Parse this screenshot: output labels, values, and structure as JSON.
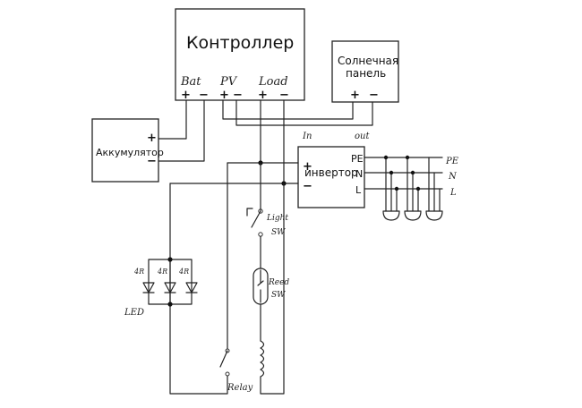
{
  "controller": {
    "title": "Контроллер",
    "bat": "Bat",
    "pv": "PV",
    "load": "Load"
  },
  "solar_panel": {
    "title_line1": "Солнечная",
    "title_line2": "панель"
  },
  "battery": {
    "title": "Аккумулятор"
  },
  "inverter": {
    "title": "инвертор",
    "input": "In",
    "output": "out",
    "pe": "PE",
    "n": "N",
    "l": "L"
  },
  "output_lines": {
    "pe": "PE",
    "n": "N",
    "l": "L"
  },
  "light_switch": {
    "line1": "Light",
    "line2": "SW"
  },
  "reed_switch": {
    "line1": "Reed",
    "line2": "SW"
  },
  "relay": {
    "title": "Relay"
  },
  "leds": {
    "title": "LED",
    "led1": "4R",
    "led2": "4R",
    "led3": "4R"
  },
  "signs": {
    "plus": "+",
    "minus": "−"
  }
}
